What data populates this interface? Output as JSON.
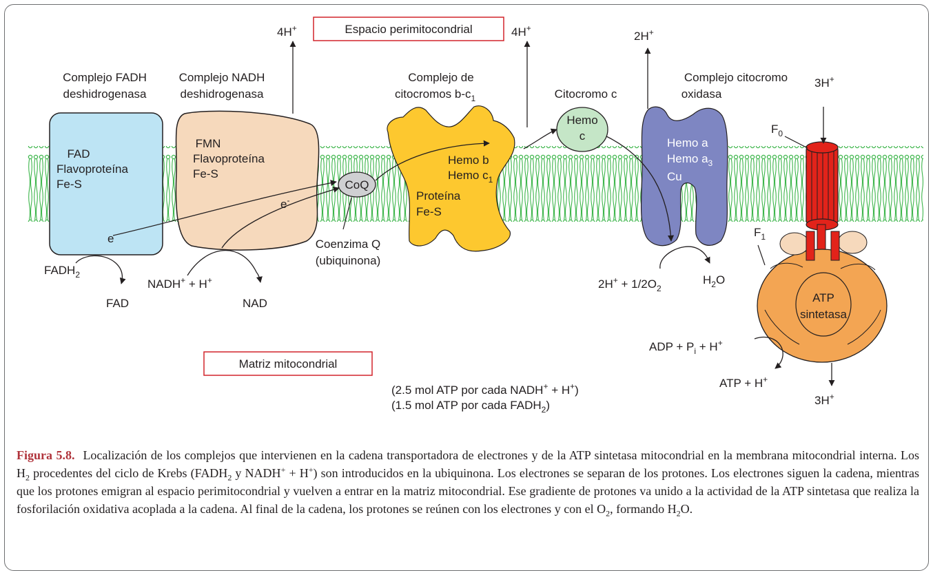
{
  "regions": {
    "intermembrane": "Espacio perimitocondrial",
    "matrix": "Matriz mitocondrial"
  },
  "complexes": {
    "c2": {
      "title1": "Complejo FADH",
      "title2": "deshidrogenasa",
      "l1": "FAD",
      "l2": "Flavoproteína",
      "l3": "Fe-S"
    },
    "c1": {
      "title1": "Complejo NADH",
      "title2": "deshidrogenasa",
      "l1": "FMN",
      "l2": "Flavoproteína",
      "l3": "Fe-S"
    },
    "c3": {
      "title1": "Complejo de",
      "title2": "citocromos b-c",
      "title2_sub": "1",
      "l1": "Hemo b",
      "l2": "Hemo c",
      "l2_sub": "1",
      "l3": "Proteína",
      "l4": "Fe-S"
    },
    "cytc": {
      "title": "Citocromo c",
      "l1": "Hemo",
      "l2": "c"
    },
    "c4": {
      "title1": "Complejo citocromo",
      "title2": "oxidasa",
      "l1": "Hemo a",
      "l2": "Hemo a",
      "l2_sub": "3",
      "l3": "Cu"
    },
    "atp": {
      "l1": "ATP",
      "l2": "sintetasa",
      "f0": "F",
      "f0_sub": "0",
      "f1": "F",
      "f1_sub": "1"
    }
  },
  "coq": {
    "label": "CoQ",
    "name1": "Coenzima Q",
    "name2": "(ubiquinona)"
  },
  "electrons": {
    "e1": "e",
    "e2": "e",
    "e2_sup": "-"
  },
  "protons": {
    "h1": "4H",
    "h1_sup": "+",
    "h2": "4H",
    "h2_sup": "+",
    "h3": "2H",
    "h3_sup": "+",
    "h4": "3H",
    "h4_sup": "+",
    "h5": "3H",
    "h5_sup": "+"
  },
  "reactions": {
    "fadh2": "FADH",
    "fadh2_sub": "2",
    "fad": "FAD",
    "nadh": "NADH",
    "nadh_sup": "+",
    "nadh_plus": " + H",
    "nadh_plus_sup": "+",
    "nad": "NAD",
    "o2_a": "2H",
    "o2_a_sup": "+",
    "o2_b": " + 1/2O",
    "o2_b_sub": "2",
    "h2o": "H",
    "h2o_sub": "2",
    "h2o_end": "O",
    "adp_a": "ADP + P",
    "adp_sub": "i",
    "adp_b": " + H",
    "adp_sup": "+",
    "atp_a": "ATP + H",
    "atp_sup": "+"
  },
  "yields": {
    "l1": "(2.5 mol ATP por cada NADH",
    "l1_sup": "+",
    "l1_b": " + H",
    "l1_sup2": "+",
    "l1_end": ")",
    "l2": "(1.5 mol ATP por cada FADH",
    "l2_sub": "2",
    "l2_end": ")"
  },
  "caption": {
    "label": "Figura 5.8.",
    "s1": "Localización de los complejos que intervienen en la cadena transportadora de electrones y de la ATP sintetasa mitocondrial en la membrana mitocondrial interna. Los H",
    "s1_sub": "2",
    "s2": " procedentes del ciclo de Krebs (FADH",
    "s2_sub": "2",
    "s3": " y NADH",
    "s3_sup": "+",
    "s4": " + H",
    "s4_sup": "+",
    "s5": ") son introducidos en la ubiquinona. Los electrones se separan de los protones. Los electrones siguen la cadena, mientras que los protones emigran al espacio perimitocondrial y vuelven a entrar en la matriz mitocondrial. Ese gradiente de protones va unido a la actividad de la ATP sintetasa que realiza la fosforilación oxidativa acoplada a la cadena. Al final de la cadena, los protones se reúnen con los electrones y con el O",
    "s5_sub": "2",
    "s6": ", formando H",
    "s6_sub": "2",
    "s7": "O."
  },
  "colors": {
    "membrane": "#3cb54a",
    "c2": "#bde4f4",
    "c1": "#f6d9bc",
    "c3": "#fdc82f",
    "cytc": "#c5e6c7",
    "c4": "#7e86c2",
    "coq": "#cfd0d2",
    "f0": "#e2231a",
    "f1": "#f3a553",
    "box": "#d2232a"
  }
}
